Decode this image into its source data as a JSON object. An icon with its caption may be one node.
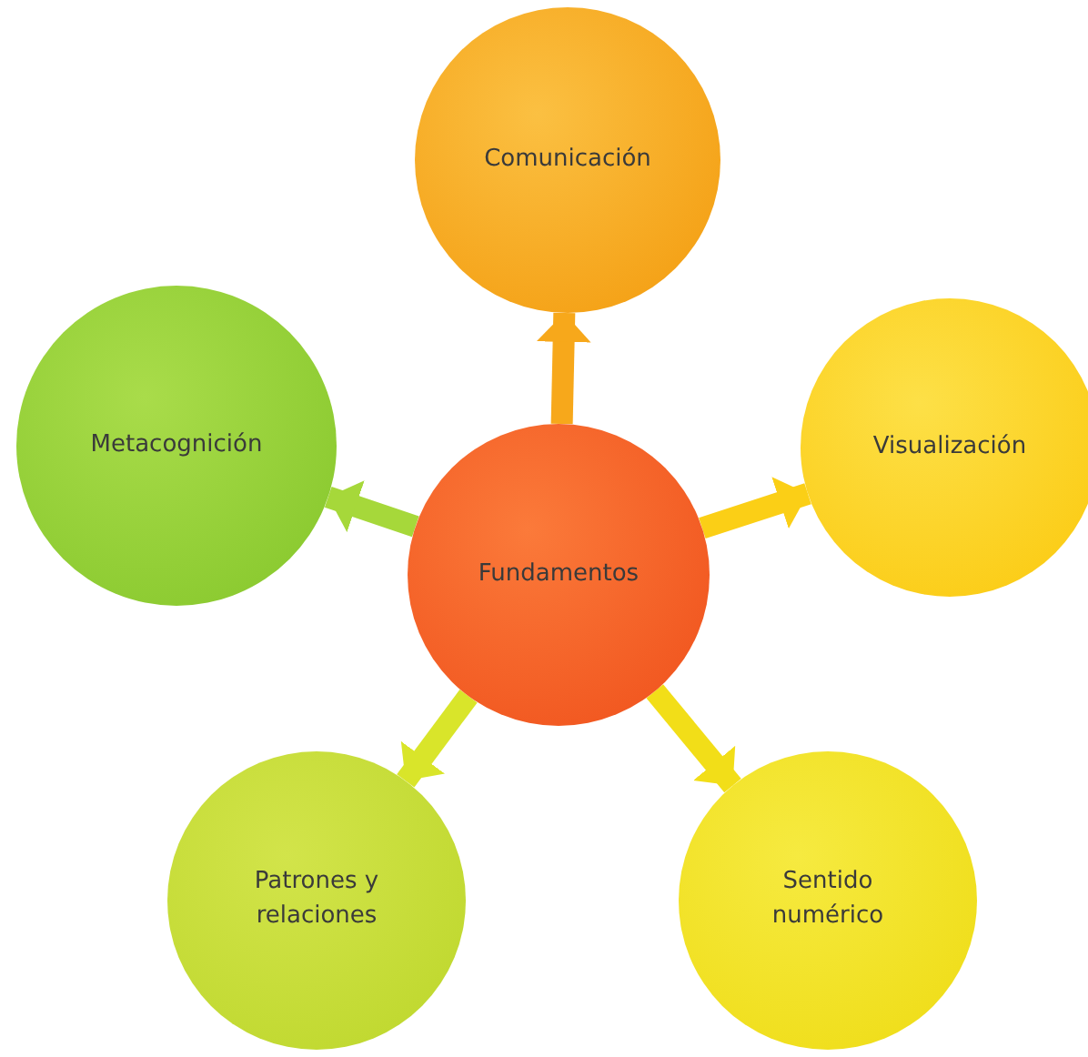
{
  "diagram": {
    "nodes": [
      {
        "text": [
          "Comunicación"
        ]
      },
      {
        "text": [
          "Metacognición"
        ]
      },
      {
        "text": [
          "Visualización"
        ]
      },
      {
        "text": [
          "Fundamentos"
        ]
      },
      {
        "text": [
          "Patrones y relaciones"
        ]
      },
      {
        "text": [
          "Sentido numérico"
        ]
      }
    ],
    "edges": [
      {
        "from": 3,
        "to": 0,
        "arrow": "to",
        "color": "#f7a81b"
      },
      {
        "from": 3,
        "to": 2,
        "arrow": "to",
        "color": "#fbcf16"
      },
      {
        "from": 3,
        "to": 5,
        "arrow": "to",
        "color": "#f2de18"
      },
      {
        "from": 3,
        "to": 4,
        "arrow": "to",
        "color": "#d9e52a"
      },
      {
        "from": 3,
        "to": 1,
        "arrow": "to",
        "color": "#a6d83a"
      }
    ]
  }
}
